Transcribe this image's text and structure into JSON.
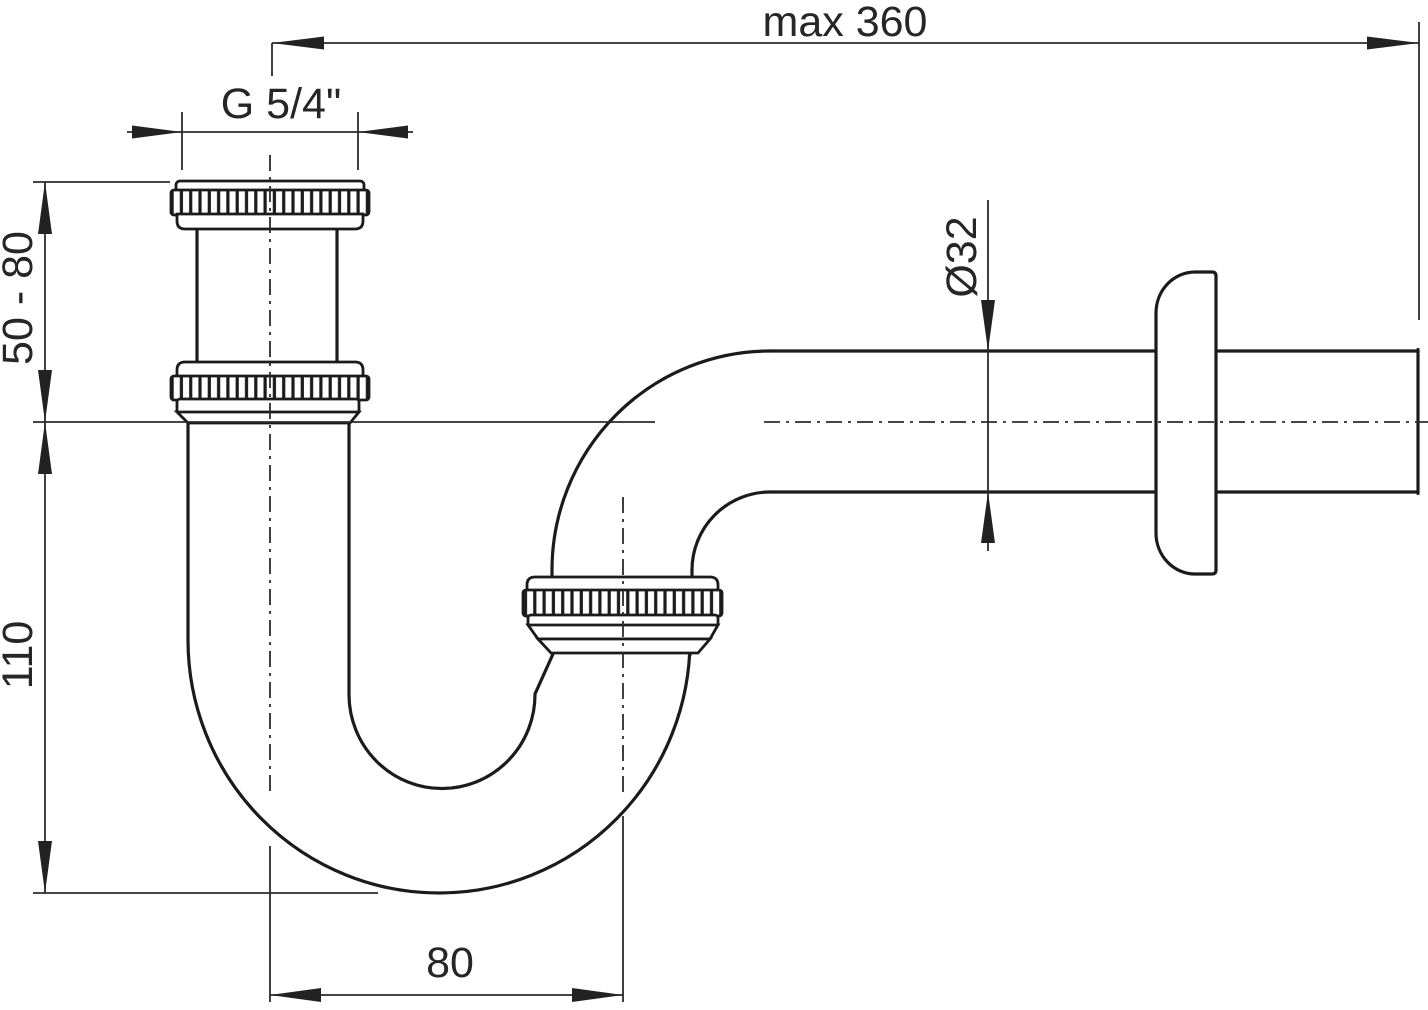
{
  "diagram": {
    "type": "technical-drawing",
    "subject": "bottle-trap-siphon-side-view",
    "labels": {
      "max_width": "max 360",
      "thread_size": "G 5/4\"",
      "inlet_height_range": "50 - 80",
      "trap_depth": "110",
      "pipe_diameter": "Ø32",
      "trap_offset": "80"
    },
    "colors": {
      "drawing_line": "#1b1b1b",
      "dimension_line": "#2b2b2b",
      "background": "#ffffff"
    }
  }
}
